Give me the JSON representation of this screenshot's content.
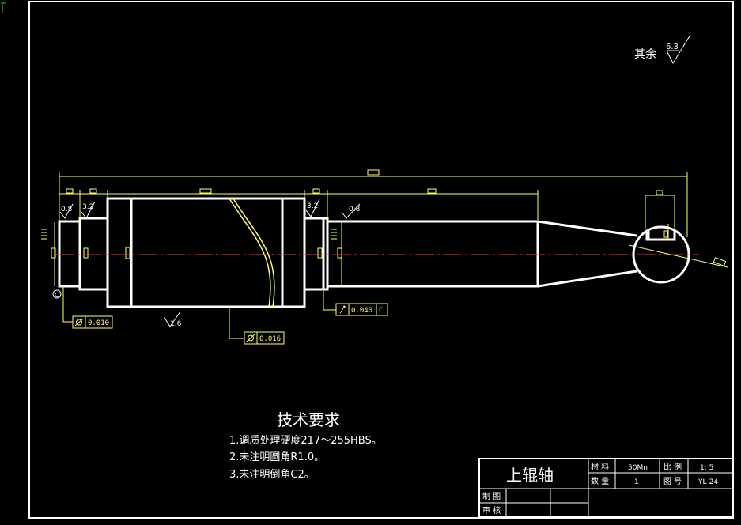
{
  "drawing": {
    "title": "上辊轴",
    "roughness_note": {
      "label": "其余",
      "value": "6.3"
    },
    "roughness_marks": [
      "0.8",
      "3.2",
      "3.2",
      "0.8",
      "1.6"
    ],
    "tolerances": [
      {
        "icon": "cylindricity-icon",
        "value": "0.010",
        "datum": ""
      },
      {
        "icon": "cylindricity-icon",
        "value": "0.016",
        "datum": ""
      },
      {
        "icon": "circular-runout-icon",
        "value": "0.040",
        "datum": "C"
      }
    ],
    "datum_mark": "C"
  },
  "tech_requirements": {
    "heading": "技术要求",
    "items": [
      "1.调质处理硬度217～255HBS。",
      "2.未注明圆角R1.0。",
      "3.未注明倒角C2。"
    ]
  },
  "title_block": {
    "part_name": "上辊轴",
    "material_label": "材 料",
    "material_value": "50Mn",
    "scale_label": "比 例",
    "scale_value": "1: 5",
    "quantity_label": "数 量",
    "quantity_value": "1",
    "drawing_no_label": "图 号",
    "drawing_no_value": "YL-24",
    "drawn_label": "制 图",
    "checked_label": "审 核"
  },
  "colors": {
    "outline": "#ffffff",
    "dimension": "#ffff66",
    "centerline": "#ff3030",
    "background": "#000000"
  }
}
